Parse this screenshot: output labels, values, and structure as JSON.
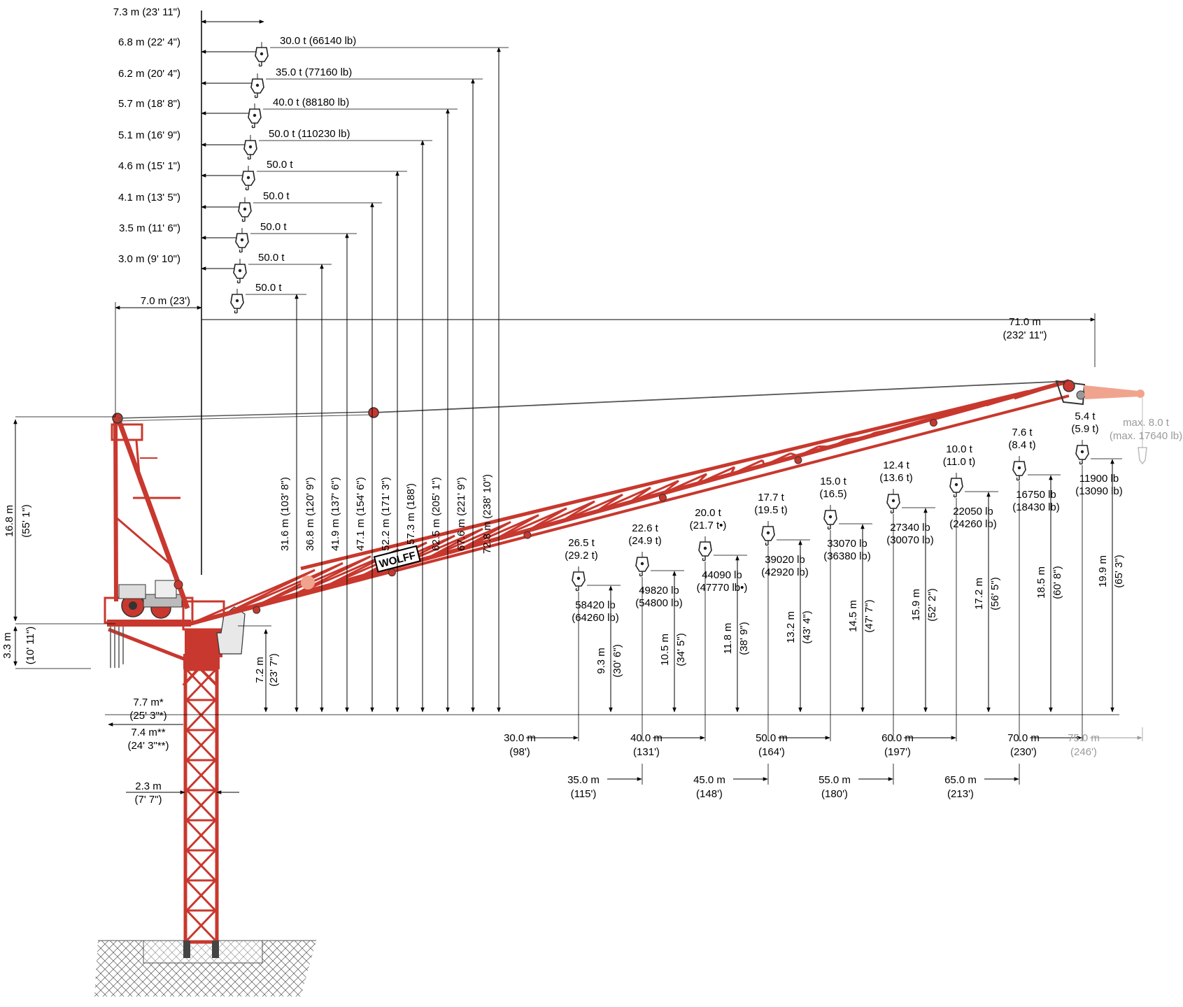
{
  "colors": {
    "crane_red": "#c8382e",
    "crane_dark": "#6e1812",
    "extension_pink": "#f0a48e",
    "dimension_black": "#000000",
    "greyed": "#9a9a9a"
  },
  "brand": {
    "logo_text": "WOLFF"
  },
  "jib_positions": [
    {
      "radius": "7.3 m (23' 11\")",
      "load": ""
    },
    {
      "radius": "6.8 m (22' 4\")",
      "load": "30.0 t (66140 lb)",
      "height": "72.8 m (238' 10\")"
    },
    {
      "radius": "6.2 m (20' 4\")",
      "load": "35.0 t (77160 lb)",
      "height": "67.6 m (221' 9\")"
    },
    {
      "radius": "5.7 m (18' 8\")",
      "load": "40.0 t (88180 lb)",
      "height": "62.5 m (205' 1\")"
    },
    {
      "radius": "5.1 m (16' 9\")",
      "load": "50.0 t (110230 lb)",
      "height": "57.3 m (188')"
    },
    {
      "radius": "4.6 m (15' 1\")",
      "load": "50.0 t",
      "height": "52.2 m (171' 3\")"
    },
    {
      "radius": "4.1 m (13' 5\")",
      "load": "50.0 t",
      "height": "47.1 m (154' 6\")"
    },
    {
      "radius": "3.5 m (11' 6\")",
      "load": "50.0 t",
      "height": "41.9 m (137' 6\")"
    },
    {
      "radius": "3.0 m (9' 10\")",
      "load": "50.0 t",
      "height": "36.8 m (120' 9\")"
    },
    {
      "radius": "",
      "load": "50.0 t",
      "height": "31.6 m (103' 8\")"
    }
  ],
  "base_dims": {
    "tail_radius": "7.0 m (23')",
    "max_radius_line1": "71.0 m",
    "max_radius_line2": "(232' 11\")",
    "head_height_line1": "16.8 m",
    "head_height_line2": "(55' 1\")",
    "pivot_height_line1": "3.3 m",
    "pivot_height_line2": "(10' 11\")",
    "slew_height_line1": "7.2 m",
    "slew_height_line2": "(23' 7\")",
    "radius_a_line1": "7.7 m*",
    "radius_a_line2": "(25' 3\"*)",
    "radius_b_line1": "7.4 m**",
    "radius_b_line2": "(24' 3\"**)",
    "mast_width_line1": "2.3  m",
    "mast_width_line2": "(7' 7\")"
  },
  "hook_loads": [
    {
      "t1": "26.5 t",
      "t2": "(29.2 t)",
      "lb1": "58420 lb",
      "lb2": "(64260 lb)",
      "h1": "9.3  m",
      "h2": "(30' 6\")"
    },
    {
      "t1": "22.6 t",
      "t2": "(24.9 t)",
      "lb1": "49820 lb",
      "lb2": "(54800 lb)",
      "h1": "10.5  m",
      "h2": "(34' 5\")"
    },
    {
      "t1": "20.0 t",
      "t2": "(21.7 t•)",
      "lb1": "44090 lb",
      "lb2": "(47770 lb•)",
      "h1": "11.8  m",
      "h2": "(38' 9\")"
    },
    {
      "t1": "17.7 t",
      "t2": "(19.5 t)",
      "lb1": "39020 lb",
      "lb2": "(42920 lb)",
      "h1": "13.2  m",
      "h2": "(43' 4\")"
    },
    {
      "t1": "15.0 t",
      "t2": "(16.5)",
      "lb1": "33070 lb",
      "lb2": "(36380 lb)",
      "h1": "14.5  m",
      "h2": "(47' 7\")"
    },
    {
      "t1": "12.4 t",
      "t2": "(13.6 t)",
      "lb1": "27340 lb",
      "lb2": "(30070 lb)",
      "h1": "15.9  m",
      "h2": "(52' 2\")"
    },
    {
      "t1": "10.0 t",
      "t2": "(11.0 t)",
      "lb1": "22050 lb",
      "lb2": "(24260 lb)",
      "h1": "17.2  m",
      "h2": "(56' 5\")"
    },
    {
      "t1": "7.6 t",
      "t2": "(8.4 t)",
      "lb1": "16750 lb",
      "lb2": "(18430 lb)",
      "h1": "18.5  m",
      "h2": "(60' 8\")"
    },
    {
      "t1": "5.4 t",
      "t2": "(5.9 t)",
      "lb1": "11900 lb",
      "lb2": "(13090 lb)",
      "h1": "19.9  m",
      "h2": "(65' 3\")"
    }
  ],
  "extension": {
    "line1": "max. 8.0 t",
    "line2": "(max. 17640 lb)"
  },
  "radii_upper": [
    {
      "m": "30.0 m",
      "ft": "(98')"
    },
    {
      "m": "40.0 m",
      "ft": "(131')"
    },
    {
      "m": "50.0 m",
      "ft": "(164')"
    },
    {
      "m": "60.0 m",
      "ft": "(197')"
    },
    {
      "m": "70.0 m",
      "ft": "(230')"
    },
    {
      "m": "75.0 m",
      "ft": "(246')"
    }
  ],
  "radii_lower": [
    {
      "m": "35.0 m",
      "ft": "(115')"
    },
    {
      "m": "45.0 m",
      "ft": "(148')"
    },
    {
      "m": "55.0 m",
      "ft": "(180')"
    },
    {
      "m": "65.0 m",
      "ft": "(213')"
    }
  ]
}
